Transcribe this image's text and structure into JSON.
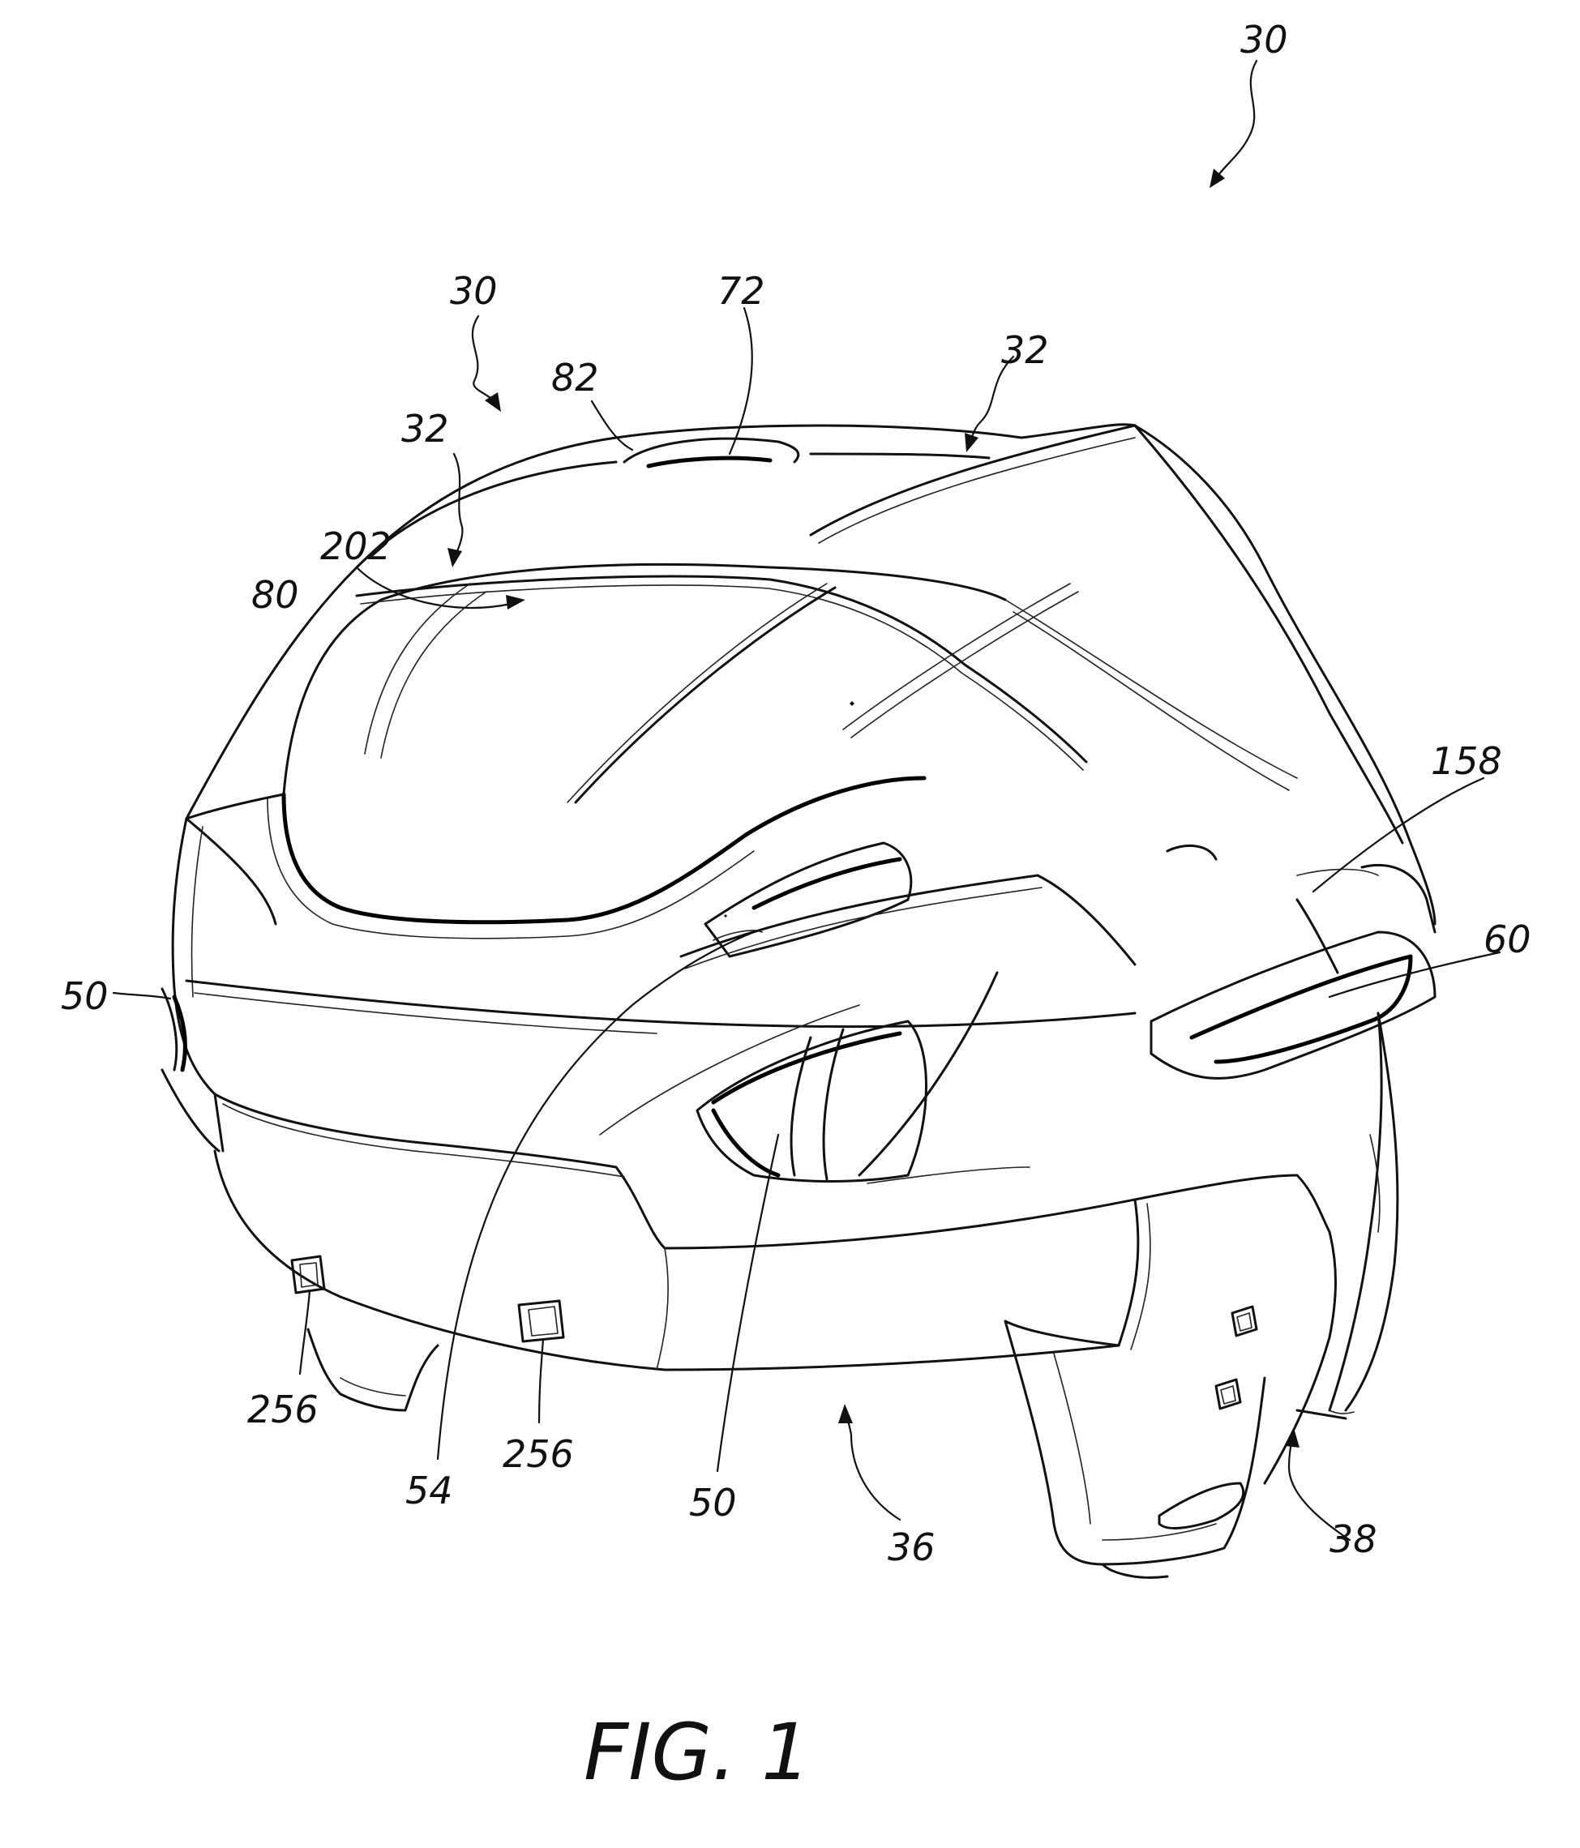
{
  "figure": {
    "caption": "FIG. 1",
    "reference_numerals": [
      {
        "id": "ref-30-a",
        "text": "30"
      },
      {
        "id": "ref-30-b",
        "text": "30"
      },
      {
        "id": "ref-72",
        "text": "72"
      },
      {
        "id": "ref-32-a",
        "text": "32"
      },
      {
        "id": "ref-82",
        "text": "82"
      },
      {
        "id": "ref-32-b",
        "text": "32"
      },
      {
        "id": "ref-202",
        "text": "202"
      },
      {
        "id": "ref-80",
        "text": "80"
      },
      {
        "id": "ref-158",
        "text": "158"
      },
      {
        "id": "ref-60",
        "text": "60"
      },
      {
        "id": "ref-50-a",
        "text": "50"
      },
      {
        "id": "ref-256-a",
        "text": "256"
      },
      {
        "id": "ref-256-b",
        "text": "256"
      },
      {
        "id": "ref-54",
        "text": "54"
      },
      {
        "id": "ref-50-b",
        "text": "50"
      },
      {
        "id": "ref-36",
        "text": "36"
      },
      {
        "id": "ref-38",
        "text": "38"
      }
    ]
  }
}
